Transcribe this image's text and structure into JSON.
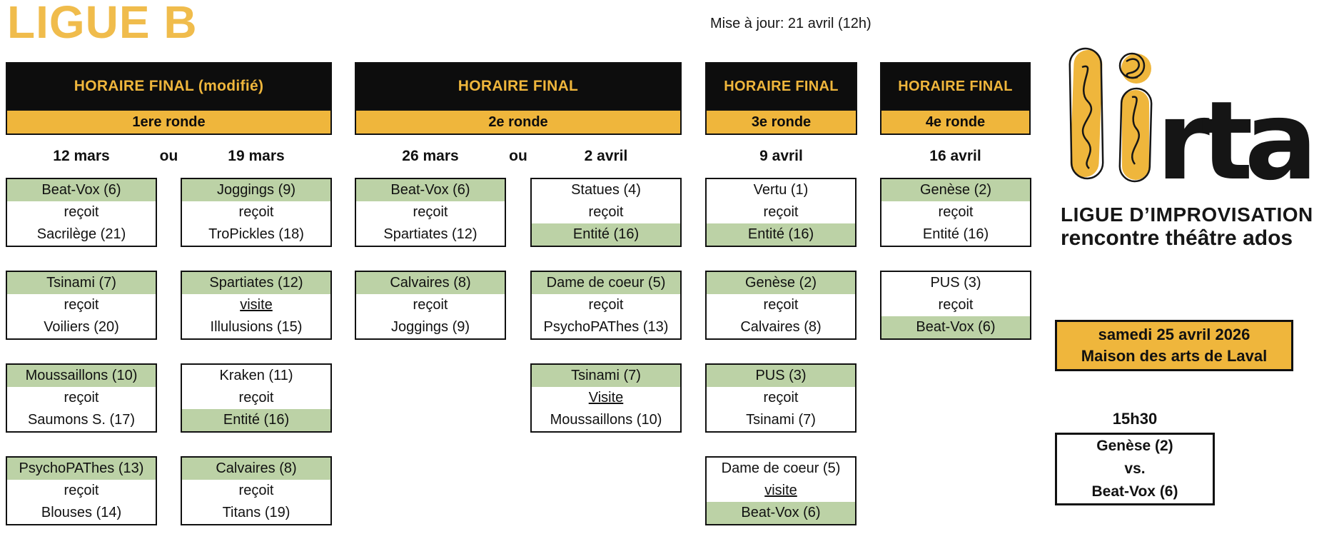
{
  "title": "LIGUE B",
  "update_note": "Mise à jour: 21 avril (12h)",
  "colors": {
    "yellow_title": "#F0BC4C",
    "yellow_accent": "#EFB63C",
    "green_highlight": "#BCD2A6",
    "black": "#0d0d0d"
  },
  "rounds": [
    {
      "header": "HORAIRE FINAL (modifié)",
      "round_label": "1ere ronde",
      "dates": {
        "left": "12 mars",
        "ou": "ou",
        "right": "19 mars"
      },
      "subcols": [
        {
          "matches": [
            {
              "host": "Beat-Vox (6)",
              "verb": "reçoit",
              "visitor": "Sacrilège (21)",
              "highlight": "host"
            },
            {
              "host": "Tsinami (7)",
              "verb": "reçoit",
              "visitor": "Voiliers (20)",
              "highlight": "host"
            },
            {
              "host": "Moussaillons (10)",
              "verb": "reçoit",
              "visitor": "Saumons S. (17)",
              "highlight": "host"
            },
            {
              "host": "PsychoPAThes (13)",
              "verb": "reçoit",
              "visitor": "Blouses (14)",
              "highlight": "host"
            }
          ]
        },
        {
          "matches": [
            {
              "host": "Joggings (9)",
              "verb": "reçoit",
              "visitor": "TroPickles (18)",
              "highlight": "host"
            },
            {
              "host": "Spartiates (12)",
              "verb": "visite",
              "visitor": "Illulusions (15)",
              "highlight": "host",
              "verb_underlined": true
            },
            {
              "host": "Kraken (11)",
              "verb": "reçoit",
              "visitor": "Entité (16)",
              "highlight": "visitor"
            },
            {
              "host": "Calvaires (8)",
              "verb": "reçoit",
              "visitor": "Titans (19)",
              "highlight": "host"
            }
          ]
        }
      ]
    },
    {
      "header": "HORAIRE FINAL",
      "round_label": "2e ronde",
      "dates": {
        "left": "26 mars",
        "ou": "ou",
        "right": "2 avril"
      },
      "subcols": [
        {
          "matches": [
            {
              "host": "Beat-Vox (6)",
              "verb": "reçoit",
              "visitor": "Spartiates (12)",
              "highlight": "host"
            },
            {
              "host": "Calvaires (8)",
              "verb": "reçoit",
              "visitor": "Joggings (9)",
              "highlight": "host"
            }
          ]
        },
        {
          "matches": [
            {
              "host": "Statues (4)",
              "verb": "reçoit",
              "visitor": "Entité (16)",
              "highlight": "visitor"
            },
            {
              "host": "Dame de coeur (5)",
              "verb": "reçoit",
              "visitor": "PsychoPAThes (13)",
              "highlight": "host"
            },
            {
              "host": "Tsinami (7)",
              "verb": "Visite",
              "visitor": "Moussaillons (10)",
              "highlight": "host",
              "verb_underlined": true
            }
          ]
        }
      ]
    },
    {
      "header": "HORAIRE FINAL",
      "round_label": "3e ronde",
      "dates": {
        "single": "9 avril"
      },
      "subcols": [
        {
          "matches": [
            {
              "host": "Vertu (1)",
              "verb": "reçoit",
              "visitor": "Entité (16)",
              "highlight": "visitor"
            },
            {
              "host": "Genèse (2)",
              "verb": "reçoit",
              "visitor": "Calvaires (8)",
              "highlight": "host"
            },
            {
              "host": "PUS (3)",
              "verb": "reçoit",
              "visitor": "Tsinami (7)",
              "highlight": "host"
            },
            {
              "host": "Dame de coeur (5)",
              "verb": "visite",
              "visitor": "Beat-Vox (6)",
              "highlight": "visitor",
              "verb_underlined": true
            }
          ]
        }
      ]
    },
    {
      "header": "HORAIRE FINAL",
      "round_label": "4e ronde",
      "dates": {
        "single": "16 avril"
      },
      "subcols": [
        {
          "matches": [
            {
              "host": "Genèse (2)",
              "verb": "reçoit",
              "visitor": "Entité (16)",
              "highlight": "host"
            },
            {
              "host": "PUS (3)",
              "verb": "reçoit",
              "visitor": "Beat-Vox (6)",
              "highlight": "visitor"
            }
          ]
        }
      ]
    }
  ],
  "logo": {
    "wordmark": "rta",
    "tagline1": "LIGUE D’IMPROVISATION",
    "tagline2": "rencontre théâtre ados"
  },
  "event": {
    "date": "samedi 25 avril 2026",
    "venue": "Maison des arts de Laval"
  },
  "final_match": {
    "time": "15h30",
    "team1": "Genèse (2)",
    "vs": "vs.",
    "team2": "Beat-Vox (6)"
  }
}
